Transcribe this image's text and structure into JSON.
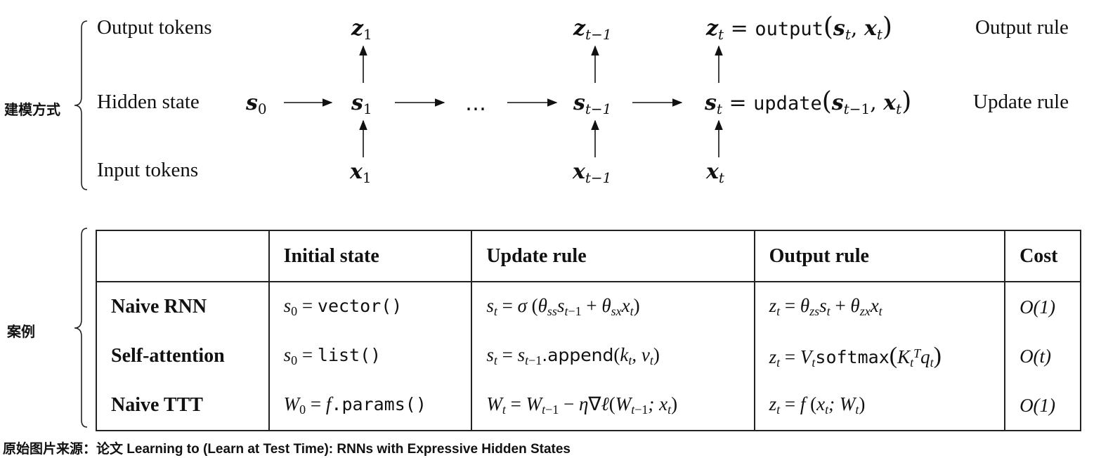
{
  "diagram": {
    "side_label_top": "建模方式",
    "side_label_bottom": "案例",
    "rows": {
      "output": "Output tokens",
      "hidden": "Hidden state",
      "input": "Input tokens"
    },
    "rules": {
      "output": "Output rule",
      "update": "Update rule"
    },
    "nodes": {
      "s0": "s",
      "s0_sub": "0",
      "s1": "s",
      "s1_sub": "1",
      "st1": "s",
      "st1_sub": "t−1",
      "st": "s",
      "st_sub": "t",
      "z1": "z",
      "z1_sub": "1",
      "zt1": "z",
      "zt1_sub": "t−1",
      "zt": "z",
      "zt_sub": "t",
      "x1": "x",
      "x1_sub": "1",
      "xt1": "x",
      "xt1_sub": "t−1",
      "xt": "x",
      "xt_sub": "t",
      "dots": "…"
    },
    "equations": {
      "output_fn": "output",
      "update_fn": "update"
    }
  },
  "table": {
    "headers": [
      "",
      "Initial state",
      "Update rule",
      "Output rule",
      "Cost"
    ],
    "rows": [
      {
        "name": "Naive RNN",
        "cost": "O(1)"
      },
      {
        "name": "Self-attention",
        "cost": "O(t)"
      },
      {
        "name": "Naive TTT",
        "cost": "O(1)"
      }
    ],
    "fn_labels": {
      "vector": "vector()",
      "list": "list()",
      "params": ".params()",
      "append": ".append",
      "softmax": "softmax"
    }
  },
  "caption": "原始图片来源：论文 Learning to (Learn at Test Time): RNNs with Expressive Hidden States"
}
